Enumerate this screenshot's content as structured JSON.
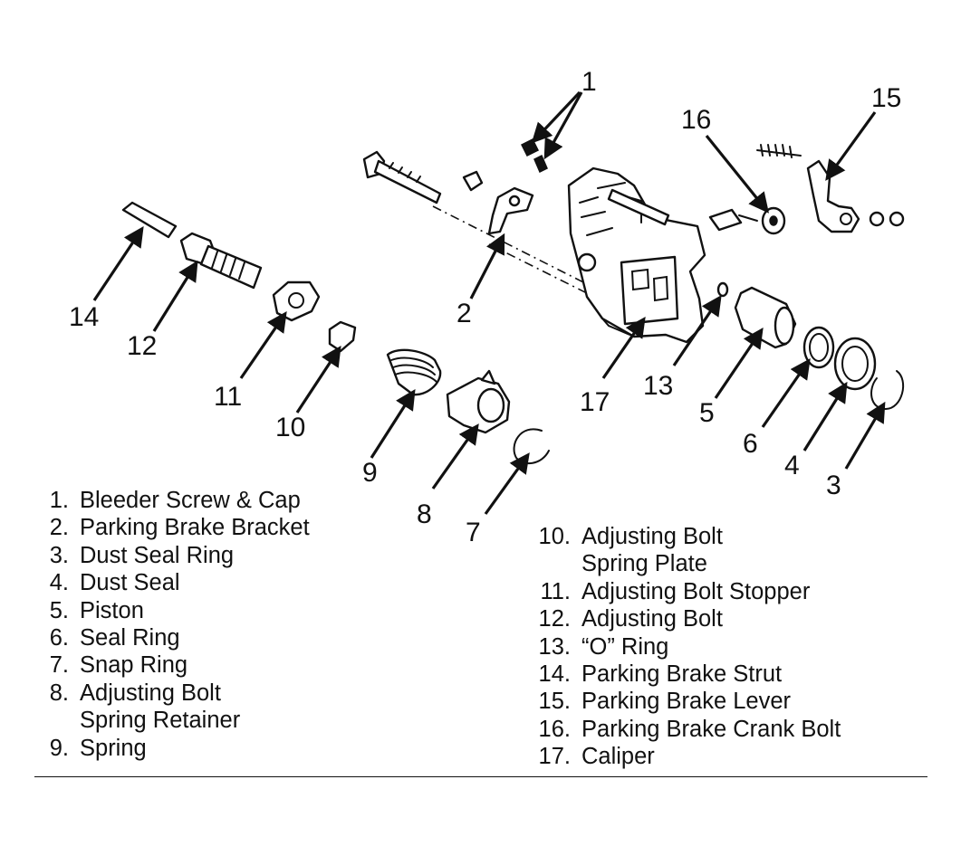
{
  "callouts": [
    "1",
    "2",
    "3",
    "4",
    "5",
    "6",
    "7",
    "8",
    "9",
    "10",
    "11",
    "12",
    "13",
    "14",
    "15",
    "16",
    "17"
  ],
  "legend": {
    "left": [
      {
        "num": "1.",
        "text": "Bleeder Screw & Cap"
      },
      {
        "num": "2.",
        "text": "Parking Brake Bracket"
      },
      {
        "num": "3.",
        "text": "Dust Seal Ring"
      },
      {
        "num": "4.",
        "text": "Dust Seal"
      },
      {
        "num": "5.",
        "text": "Piston"
      },
      {
        "num": "6.",
        "text": "Seal Ring"
      },
      {
        "num": "7.",
        "text": "Snap Ring"
      },
      {
        "num": "8.",
        "text": "Adjusting Bolt"
      },
      {
        "num": "",
        "text": "Spring Retainer"
      },
      {
        "num": "9.",
        "text": "Spring"
      }
    ],
    "right": [
      {
        "num": "10.",
        "text": "Adjusting Bolt"
      },
      {
        "num": "",
        "text": "Spring Plate"
      },
      {
        "num": "11.",
        "text": "Adjusting Bolt Stopper"
      },
      {
        "num": "12.",
        "text": "Adjusting Bolt"
      },
      {
        "num": "13.",
        "text": "“O” Ring"
      },
      {
        "num": "14.",
        "text": "Parking Brake Strut"
      },
      {
        "num": "15.",
        "text": "Parking Brake Lever"
      },
      {
        "num": "16.",
        "text": "Parking Brake Crank Bolt"
      },
      {
        "num": "17.",
        "text": "Caliper"
      }
    ]
  }
}
